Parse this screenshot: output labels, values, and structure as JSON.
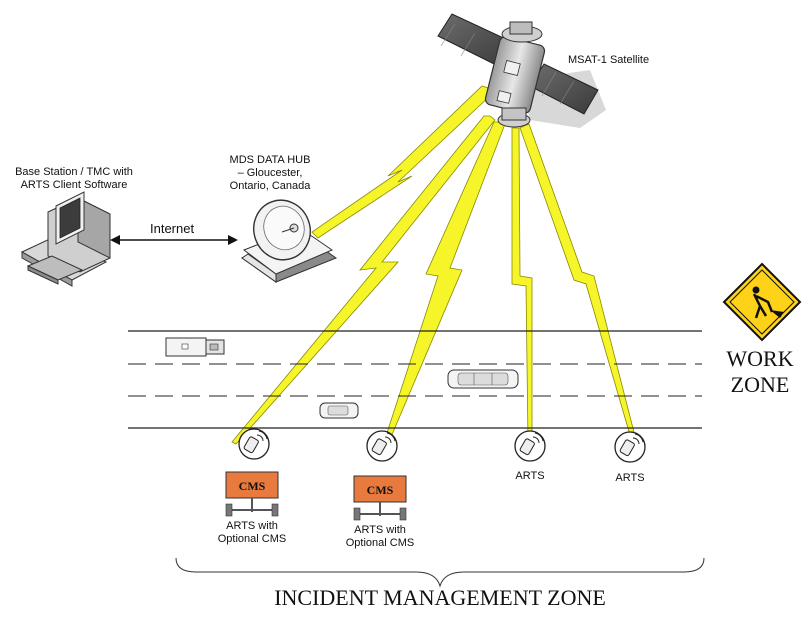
{
  "satellite": {
    "label": "MSAT-1 Satellite"
  },
  "hub": {
    "line1": "MDS DATA HUB",
    "line2": "– Gloucester,",
    "line3": "Ontario, Canada"
  },
  "base_station": {
    "line1": "Base Station / TMC with",
    "line2": "ARTS Client Software"
  },
  "internet_label": "Internet",
  "work_zone": {
    "line1": "WORK",
    "line2": "ZONE"
  },
  "incident_zone_label": "INCIDENT MANAGEMENT ZONE",
  "cms_sign_text": "CMS",
  "units": [
    {
      "line1": "ARTS with",
      "line2": "Optional CMS"
    },
    {
      "line1": "ARTS with",
      "line2": "Optional CMS"
    },
    {
      "line1": "ARTS",
      "line2": ""
    },
    {
      "line1": "ARTS",
      "line2": ""
    }
  ],
  "colors": {
    "lightning": "#f5f52a",
    "lightning_stroke": "#8a8a00",
    "cms_sign": "#e87a3e",
    "work_sign": "#ffd21a"
  }
}
